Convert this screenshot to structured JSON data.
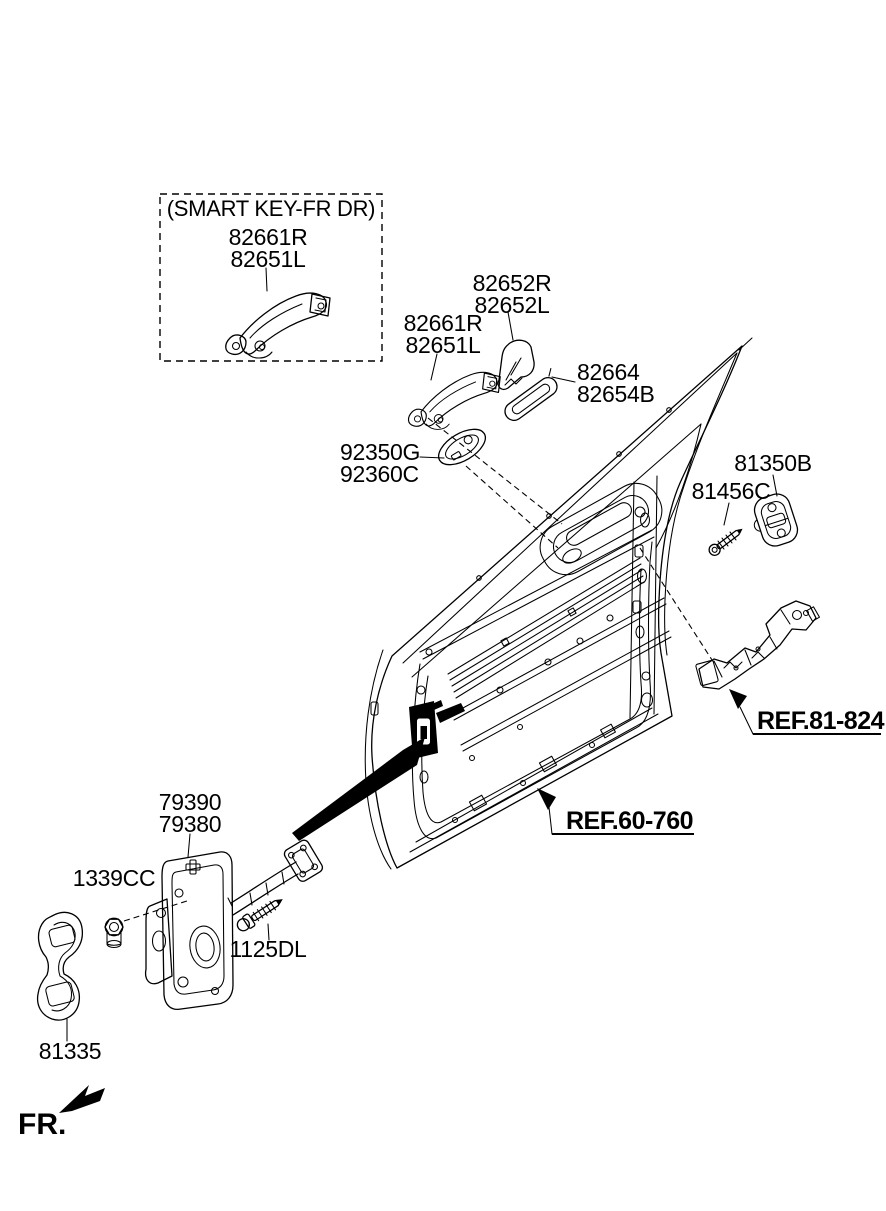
{
  "colors": {
    "line": "#000000",
    "background": "#ffffff",
    "solid_fill": "#000000"
  },
  "inset": {
    "title": "(SMART KEY-FR DR)",
    "parts": [
      "82661R",
      "82651L"
    ]
  },
  "callouts": {
    "outside_handle": [
      "82661R",
      "82651L"
    ],
    "handle_cover": [
      "82652R",
      "82652L"
    ],
    "handle_pad": [
      "82664",
      "82654B"
    ],
    "key_bezel": [
      "92350G",
      "92360C"
    ],
    "striker": [
      "81350B"
    ],
    "striker_screw": [
      "81456C"
    ],
    "door_checker": [
      "79390",
      "79380"
    ],
    "checker_nut": [
      "1339CC"
    ],
    "checker_bolt": [
      "1125DL"
    ],
    "hole_cover": [
      "81335"
    ]
  },
  "references": {
    "latch": "REF.81-824",
    "door_panel": "REF.60-760"
  },
  "direction_label": "FR."
}
